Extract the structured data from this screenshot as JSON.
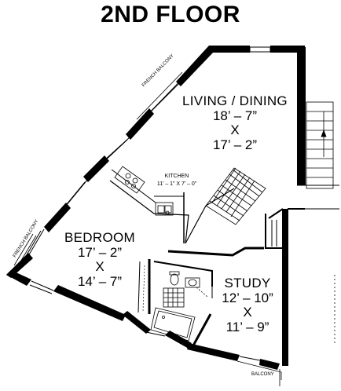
{
  "title": "2ND FLOOR",
  "rooms": {
    "living": {
      "name": "LIVING / DINING",
      "dim1": "18’ – 7”",
      "x": "X",
      "dim2": "17’ – 2”"
    },
    "bedroom": {
      "name": "BEDROOM",
      "dim1": "17’ – 2”",
      "x": "X",
      "dim2": "14’ – 7”"
    },
    "study": {
      "name": "STUDY",
      "dim1": "12’ – 10”",
      "x": "X",
      "dim2": "11’ – 9”"
    },
    "kitchen": {
      "name": "KITCHEN",
      "dim": "11’ – 1” X 7’ – 0”"
    }
  },
  "labels": {
    "french_balcony_top": "FRENCH BALCONY",
    "french_balcony_left": "FRENCH BALCONY",
    "balcony": "BALCONY"
  }
}
